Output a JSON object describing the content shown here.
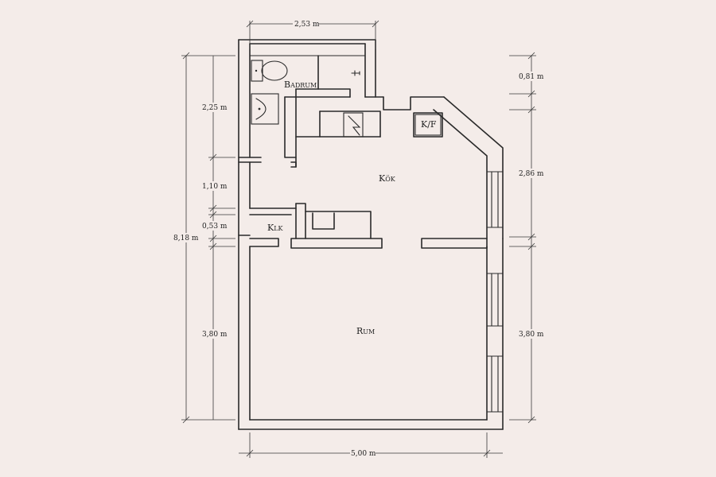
{
  "colors": {
    "background": "#f4ece9",
    "line": "#2a2a2a"
  },
  "rooms": {
    "badrum": "Badrum",
    "kok": "Kök",
    "kf": "K/F",
    "klk": "Klk",
    "rum": "Rum"
  },
  "dimensions": {
    "top_width": "2,53 m",
    "bottom_width": "5,00 m",
    "total_height": "8,18 m",
    "left_225": "2,25 m",
    "left_110": "1,10 m",
    "left_053": "0,53 m",
    "left_380": "3,80 m",
    "right_081": "0,81 m",
    "right_286": "2,86 m",
    "right_380": "3,80 m"
  },
  "icons": [
    "toilet-icon",
    "sink-icon",
    "shower-icon",
    "stove-icon",
    "fridge-icon",
    "window-icon"
  ]
}
